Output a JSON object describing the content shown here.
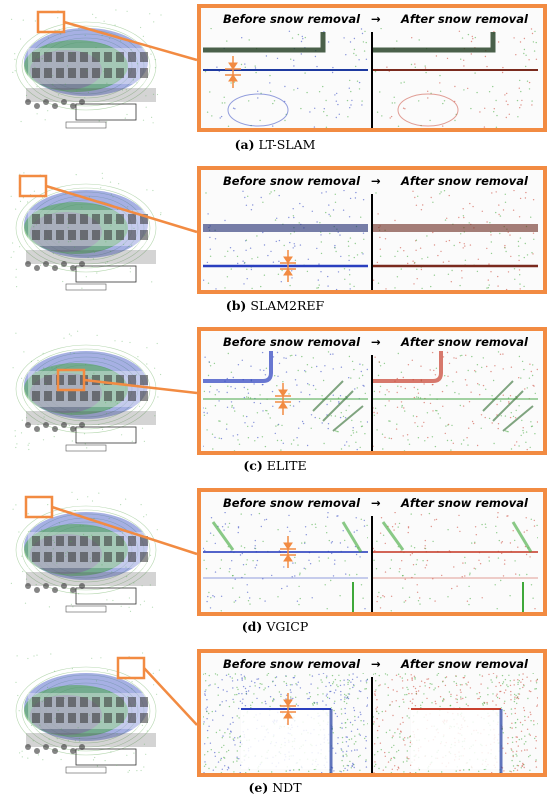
{
  "figure": {
    "panels": [
      {
        "caption_letter": "(a)",
        "caption_text": "LT-SLAM",
        "before_label": "Before snow removal",
        "arrow": "→",
        "after_label": "After snow removal"
      },
      {
        "caption_letter": "(b)",
        "caption_text": "SLAM2REF",
        "before_label": "Before snow removal",
        "arrow": "→",
        "after_label": "After snow removal"
      },
      {
        "caption_letter": "(c)",
        "caption_text": "ELITE",
        "before_label": "Before snow removal",
        "arrow": "→",
        "after_label": "After snow removal"
      },
      {
        "caption_letter": "(d)",
        "caption_text": "VGICP",
        "before_label": "Before snow removal",
        "arrow": "→",
        "after_label": "After snow removal"
      },
      {
        "caption_letter": "(e)",
        "caption_text": "NDT",
        "before_label": "Before snow removal",
        "arrow": "→",
        "after_label": "After snow removal"
      }
    ],
    "colors": {
      "highlight": "#f28b42",
      "blue": "#2a3fbf",
      "green": "#3fa83a",
      "red": "#c8402f",
      "purple": "#7a3aa8"
    }
  }
}
